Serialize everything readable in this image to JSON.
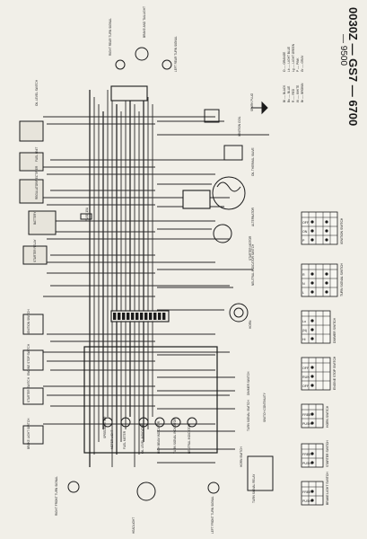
{
  "document": {
    "code": "0030Z — GS7 — 6700",
    "code_2": "— 9500"
  },
  "labels": {
    "oil_level_switch": "OIL LEVEL SWITCH",
    "fuel_unit": "FUEL UNIT",
    "regulator_rectifier": "REGULATOR/RECTIFIER",
    "battery": "BATTERY",
    "fuse": "FUSE 15A",
    "starter_relay": "STARTER RELAY",
    "ignition_switch": "IGNITION SWITCH",
    "engine_stop_switch": "ENGINE STOP SWITCH",
    "starter_switch": "STARTER SWITCH",
    "brake_light_switch": "BRAKE LIGHT SWITCH",
    "right_front_turn": "RIGHT FRONT TURN SIGNAL",
    "right_rear_turn": "RIGHT REAR TURN SIGNAL",
    "left_rear_turn": "LEFT REAR TURN SIGNAL",
    "brake_tail_light": "BRAKE AND TAILLIGHT",
    "ignition_coil": "IGNITION COIL",
    "spark_plug": "SPARK PLUG",
    "thermal_valve": "OIL THERMAL VALVE",
    "alternator": "ALTERNATOR",
    "starter_motor": "STARTER MOTOR",
    "neutral_indicator_switch": "NEUTRAL INDICATOR SWITCH",
    "horn": "HORN",
    "speedometer": "SPEEDOMETER",
    "meter_light": "METER LIGHT",
    "fuel_meter": "FUEL METER",
    "oil_level_indicator": "OIL LEVEL INDICATOR",
    "high_beam_indicator": "HIGH BEAM INDICATOR",
    "turn_signal_indicator": "TURN SIGNAL INDICATOR",
    "neutral_indicator": "NEUTRAL INDICATOR",
    "dimmer_switch": "DIMMER SWITCH",
    "turn_signal_switch": "TURN SIGNAL SWITCH",
    "horn_switch": "HORN SWITCH",
    "headlight": "HEADLIGHT",
    "left_front_turn": "LEFT FRONT TURN SIGNAL",
    "turn_signal_relay": "TURN SIGNAL RELAY",
    "switch_continuity": "SWITCH CONTINUITY"
  },
  "color_legend": [
    {
      "code": "Bl",
      "name": "BLACK"
    },
    {
      "code": "Bu",
      "name": "BLUE"
    },
    {
      "code": "R",
      "name": "RED"
    },
    {
      "code": "W",
      "name": "WHITE"
    },
    {
      "code": "Br",
      "name": "BROWN"
    },
    {
      "code": "O",
      "name": "ORANGE"
    },
    {
      "code": "Lb",
      "name": "LIGHT BLUE"
    },
    {
      "code": "Lg",
      "name": "LIGHT GREEN"
    },
    {
      "code": "P",
      "name": "PINK"
    },
    {
      "code": "Gr",
      "name": "GRAY"
    }
  ],
  "continuity_tables": [
    {
      "title": "IGNITION SWITCH",
      "rows": [
        "OFF",
        "ON",
        "P"
      ],
      "cols": 4
    },
    {
      "title": "TURN SIGNAL SWITCH",
      "rows": [
        "R",
        "N",
        "L"
      ],
      "cols": 4
    },
    {
      "title": "DIMMER SWITCH",
      "rows": [
        "Lo",
        "(N)",
        "Hi"
      ],
      "cols": 3
    },
    {
      "title": "ENGINE STOP SWITCH",
      "rows": [
        "OFF",
        "RUN",
        "OFF"
      ],
      "cols": 3
    },
    {
      "title": "HORN SWITCH",
      "rows": [
        "FREE",
        "PUSH"
      ],
      "cols": 2
    },
    {
      "title": "STARTER SWITCH",
      "rows": [
        "FREE",
        "PUSH"
      ],
      "cols": 2
    },
    {
      "title": "BRAKE LIGHT SWITCH",
      "rows": [
        "FREE",
        "PUSH"
      ],
      "cols": 2
    }
  ],
  "colors": {
    "paper": "#f1efe8",
    "ink": "#1b1b1b",
    "wire": "#2a2a2a"
  }
}
